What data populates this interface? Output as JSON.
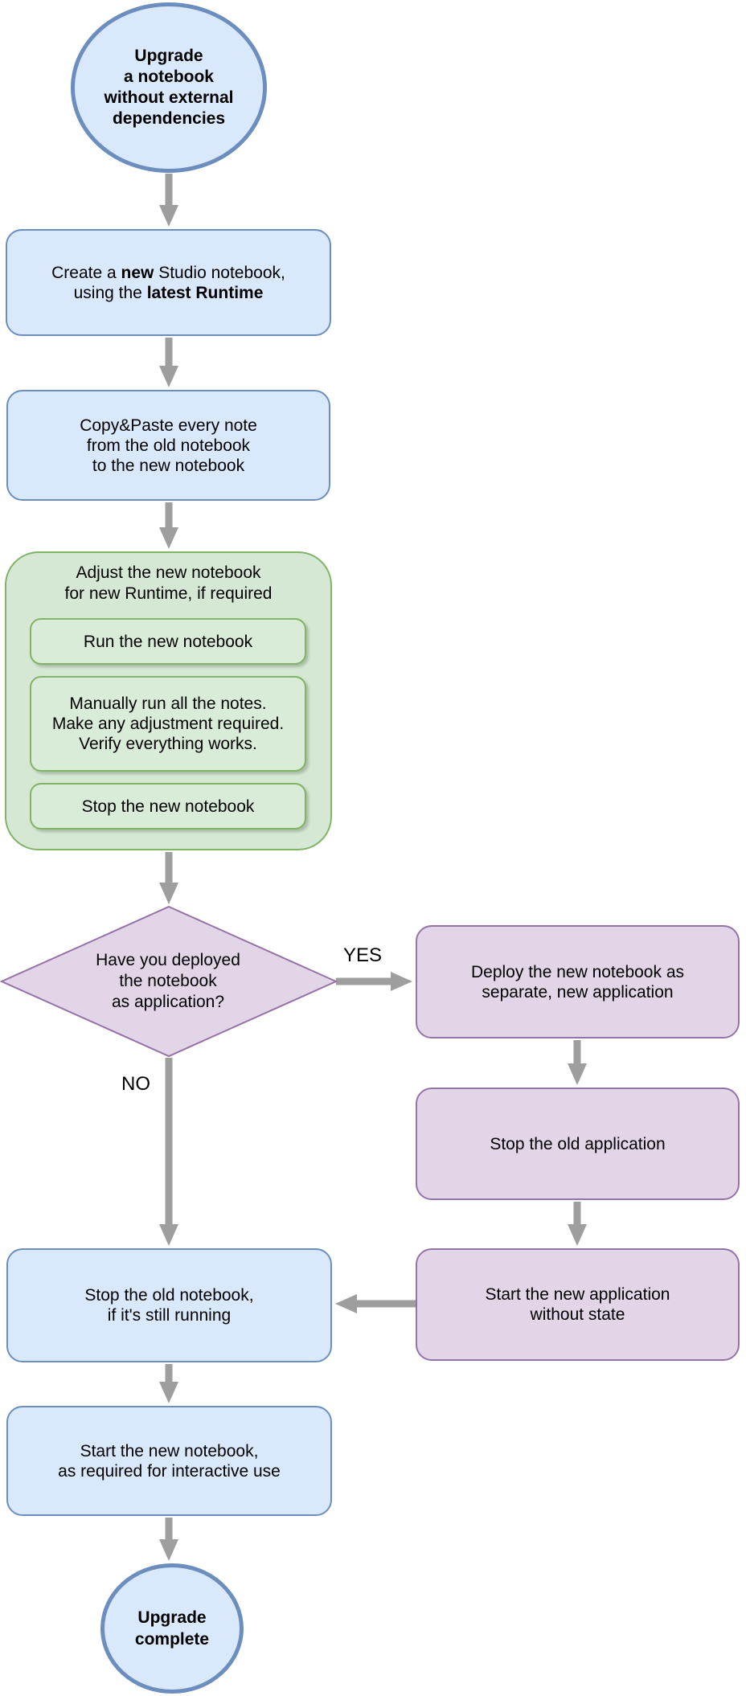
{
  "diagram": {
    "start": {
      "lines": [
        "Upgrade",
        "a notebook",
        "without external",
        "dependencies"
      ]
    },
    "create_notebook": {
      "line1_parts": [
        "Create a ",
        "new",
        " Studio notebook,"
      ],
      "line2_parts": [
        "using the ",
        "latest Runtime"
      ]
    },
    "copy_paste": {
      "lines": [
        "Copy&Paste every note",
        "from the old notebook",
        "to the new notebook"
      ]
    },
    "adjust_group": {
      "title_lines": [
        "Adjust the new notebook",
        "for new Runtime, if required"
      ],
      "steps": [
        {
          "lines": [
            "Run the new notebook"
          ]
        },
        {
          "lines": [
            "Manually run all the notes.",
            "Make any adjustment required.",
            "Verify everything works."
          ]
        },
        {
          "lines": [
            "Stop the new notebook"
          ]
        }
      ]
    },
    "decision": {
      "lines": [
        "Have you deployed",
        "the notebook",
        "as application?"
      ],
      "yes_label": "YES",
      "no_label": "NO"
    },
    "deploy_new_app": {
      "lines": [
        "Deploy the new notebook as",
        "separate, new application"
      ]
    },
    "stop_old_app": {
      "lines": [
        "Stop the old application"
      ]
    },
    "start_new_app": {
      "lines": [
        "Start the new application",
        "without state"
      ]
    },
    "stop_old_notebook": {
      "lines": [
        "Stop the old notebook,",
        "if it's still running"
      ]
    },
    "start_new_notebook": {
      "lines": [
        "Start the new notebook,",
        "as required for interactive use"
      ]
    },
    "end": {
      "lines": [
        "Upgrade",
        "complete"
      ]
    }
  },
  "colors": {
    "process_fill": "#dae8fc",
    "process_stroke": "#6c8ebf",
    "group_fill": "#d5e8d4",
    "group_stroke": "#82b366",
    "decision_fill": "#e1d5e7",
    "decision_stroke": "#9673a6",
    "arrow": "#9e9e9e",
    "text": "#000000"
  }
}
